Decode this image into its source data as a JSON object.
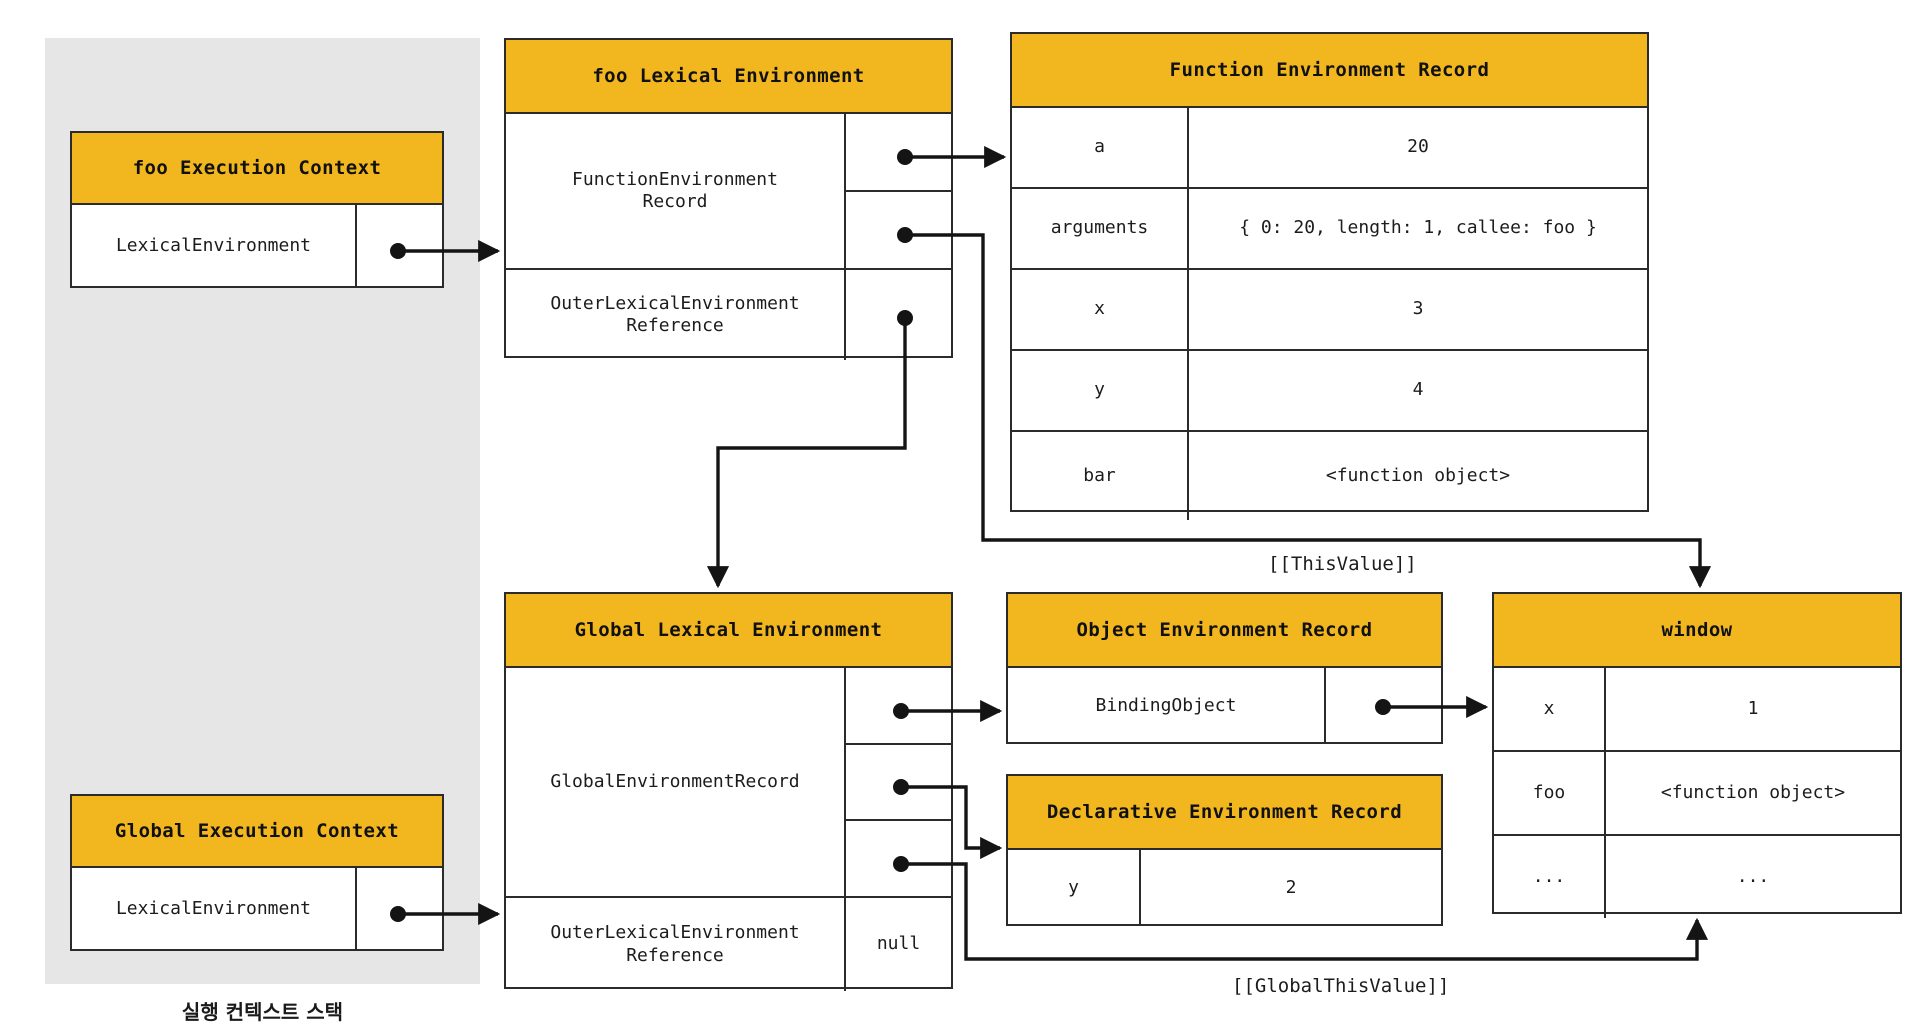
{
  "theme": {
    "accent": "#F2B61F",
    "stroke": "#2b2b2b",
    "stack_bg": "#e6e6e6",
    "page_bg": "#ffffff"
  },
  "stack": {
    "caption": "실행 컨텍스트 스택",
    "frames": [
      {
        "title": "foo Execution Context",
        "field_label": "LexicalEnvironment",
        "pointer": "pointer-dot"
      },
      {
        "title": "Global Execution Context",
        "field_label": "LexicalEnvironment",
        "pointer": "pointer-dot"
      }
    ]
  },
  "foo_lexical_environment": {
    "title": "foo Lexical Environment",
    "rows": [
      {
        "label": "FunctionEnvironment\nRecord",
        "pointers": [
          "pointer-dot",
          "pointer-dot"
        ]
      },
      {
        "label": "OuterLexicalEnvironment\nReference",
        "pointers": [
          "pointer-dot"
        ]
      }
    ]
  },
  "function_environment_record": {
    "title": "Function Environment Record",
    "columns": [
      "binding",
      "value"
    ],
    "rows": [
      {
        "binding": "a",
        "value": "20"
      },
      {
        "binding": "arguments",
        "value": "{ 0: 20, length: 1, callee: foo }"
      },
      {
        "binding": "x",
        "value": "3"
      },
      {
        "binding": "y",
        "value": "4"
      },
      {
        "binding": "bar",
        "value": "<function object>"
      }
    ]
  },
  "global_lexical_environment": {
    "title": "Global Lexical Environment",
    "rows": [
      {
        "label": "GlobalEnvironmentRecord",
        "pointers": [
          "pointer-dot",
          "pointer-dot",
          "pointer-dot"
        ]
      },
      {
        "label": "OuterLexicalEnvironment\nReference",
        "value": "null"
      }
    ]
  },
  "object_environment_record": {
    "title": "Object Environment Record",
    "rows": [
      {
        "label": "BindingObject",
        "pointer": "pointer-dot"
      }
    ]
  },
  "declarative_environment_record": {
    "title": "Declarative Environment Record",
    "rows": [
      {
        "binding": "y",
        "value": "2"
      }
    ]
  },
  "window_object": {
    "title": "window",
    "rows": [
      {
        "binding": "x",
        "value": "1"
      },
      {
        "binding": "foo",
        "value": "<function object>"
      },
      {
        "binding": "...",
        "value": "..."
      }
    ]
  },
  "edge_labels": {
    "this_value": "[[ThisValue]]",
    "global_this_value": "[[GlobalThisValue]]"
  }
}
